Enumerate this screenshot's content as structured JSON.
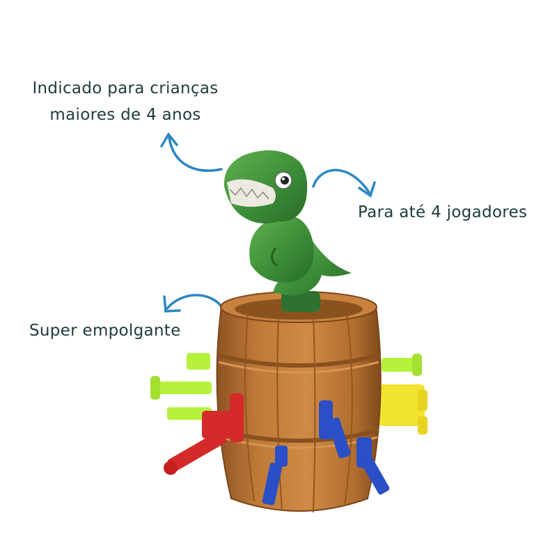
{
  "captions": {
    "age_line1": "Indicado para crianças",
    "age_line2": "maiores de 4 anos",
    "players": "Para até 4 jogadores",
    "exciting": "Super empolgante"
  },
  "colors": {
    "text": "#1f3b3d",
    "arrow": "#2b86c4",
    "barrel": "#b57335",
    "dinosaur": "#3f8e3a",
    "sword_red": "#d42a2a",
    "sword_blue": "#2a4fc6",
    "sword_yellow": "#f2e331",
    "sword_lime": "#b6f23c"
  }
}
